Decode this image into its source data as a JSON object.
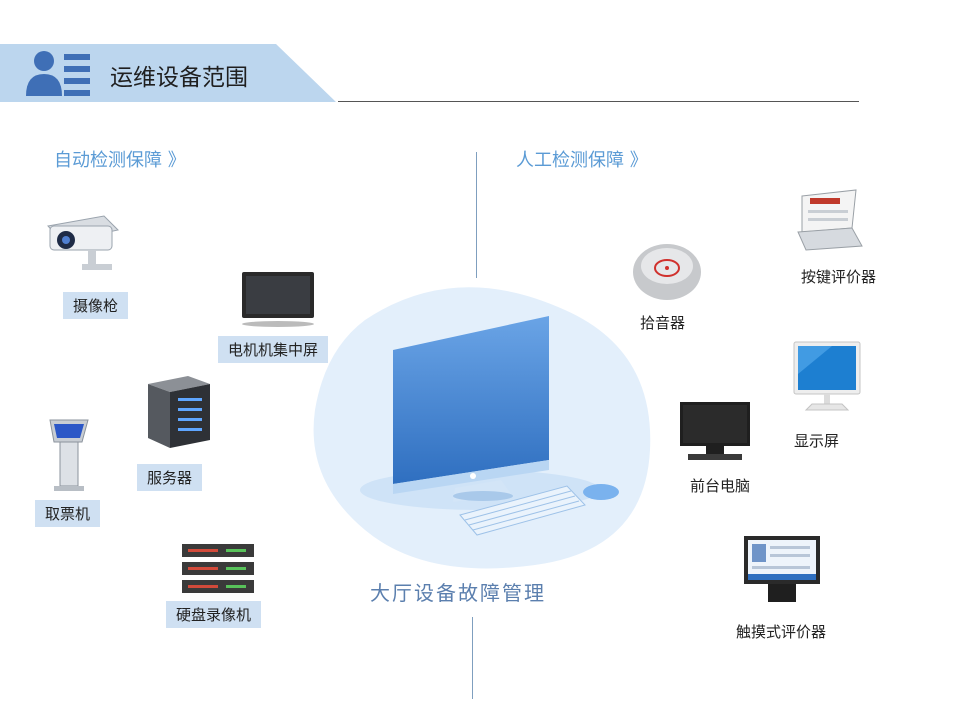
{
  "header": {
    "title": "运维设备范围",
    "icon": "user-list-icon",
    "band_color": "#bcd6ee"
  },
  "sections": {
    "auto": "自动检测保障 》",
    "manual": "人工检测保障 》"
  },
  "center": {
    "caption": "大厅设备故障管理"
  },
  "auto_devices": {
    "camera": "摄像枪",
    "central_screen": "电机机集中屏",
    "server": "服务器",
    "ticket_machine": "取票机",
    "dvr": "硬盘录像机"
  },
  "manual_devices": {
    "key_evaluator": "按键评价器",
    "pickup": "拾音器",
    "display": "显示屏",
    "front_pc": "前台电脑",
    "touch_evaluator": "触摸式评价器"
  },
  "colors": {
    "accent": "#5b9bd5",
    "label_bg": "#cfe0f2"
  }
}
